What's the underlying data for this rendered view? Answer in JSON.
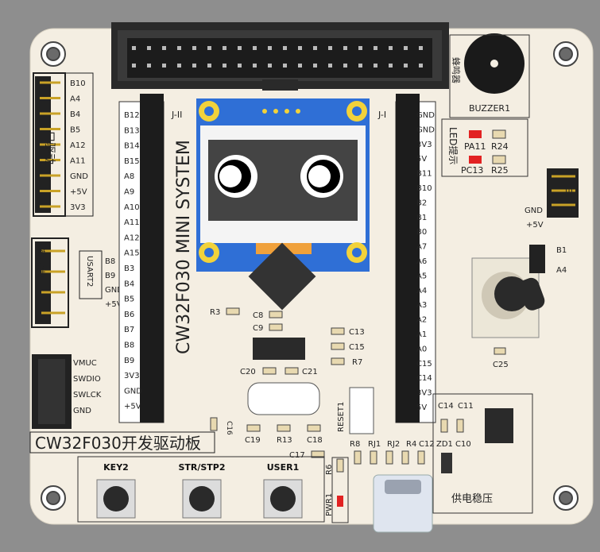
{
  "board": {
    "title": "CW32F030开发驱动板",
    "mini_system": "CW32F030 MINI SYSTEM",
    "header_left_label": "J-II",
    "header_right_label": "J-I"
  },
  "left_header_labels": [
    "B10",
    "A4",
    "B4",
    "B5",
    "A12",
    "A11",
    "GND",
    "+5V",
    "3V3"
  ],
  "left_header_title": "口驱动",
  "usart": {
    "title": "USART2",
    "module": "蓝牙模块",
    "labels": [
      "B8",
      "B9",
      "GND",
      "+5V"
    ]
  },
  "swd_labels": [
    "VMUC",
    "SWDIO",
    "SWLCK",
    "GND"
  ],
  "j2_labels": [
    "B12",
    "B13",
    "B14",
    "B15",
    "A8",
    "A9",
    "A10",
    "A11",
    "A12",
    "A15",
    "B3",
    "B4",
    "B5",
    "B6",
    "B7",
    "B8",
    "B9",
    "3V3",
    "GND",
    "+5V"
  ],
  "j1_labels": [
    "GND",
    "GND",
    "3V3",
    "5V",
    "B11",
    "B10",
    "B2",
    "B1",
    "B0",
    "A7",
    "A6",
    "A5",
    "A4",
    "A3",
    "A2",
    "A1",
    "A0",
    "C15",
    "C14",
    "3V3",
    "5V"
  ],
  "buzzer": {
    "label": "BUZZER1",
    "title": "蜂鸣器"
  },
  "led": {
    "title": "LED提示",
    "items": [
      {
        "pin": "PA11",
        "res": "R24"
      },
      {
        "pin": "PC13",
        "res": "R25"
      }
    ]
  },
  "ec_header": {
    "title": "EC2",
    "labels": [
      "GND",
      "+5V",
      "B1",
      "A4"
    ]
  },
  "components": {
    "r3": "R3",
    "c8": "C8",
    "c9": "C9",
    "c13": "C13",
    "c15": "C15",
    "r7": "R7",
    "c20": "C20",
    "c21": "C21",
    "c19": "C19",
    "r13": "R13",
    "c18": "C18",
    "c16": "C16",
    "c17": "C17",
    "r6": "R6",
    "r8": "R8",
    "rj1": "RJ1",
    "rj2": "RJ2",
    "r4": "R4",
    "c12": "C12",
    "c25": "C25",
    "reset": "RESET1",
    "pwr": "PWR1"
  },
  "buttons": [
    "KEY2",
    "STR/STP2",
    "USER1"
  ],
  "power": {
    "title": "供电稳压",
    "labels": [
      "C14",
      "C11",
      "ZD1",
      "C10"
    ]
  },
  "colors": {
    "board": "#f4eee2",
    "header": "#1e1e1e",
    "oled_blue": "#2f6fd6",
    "led_red": "#e22222"
  }
}
